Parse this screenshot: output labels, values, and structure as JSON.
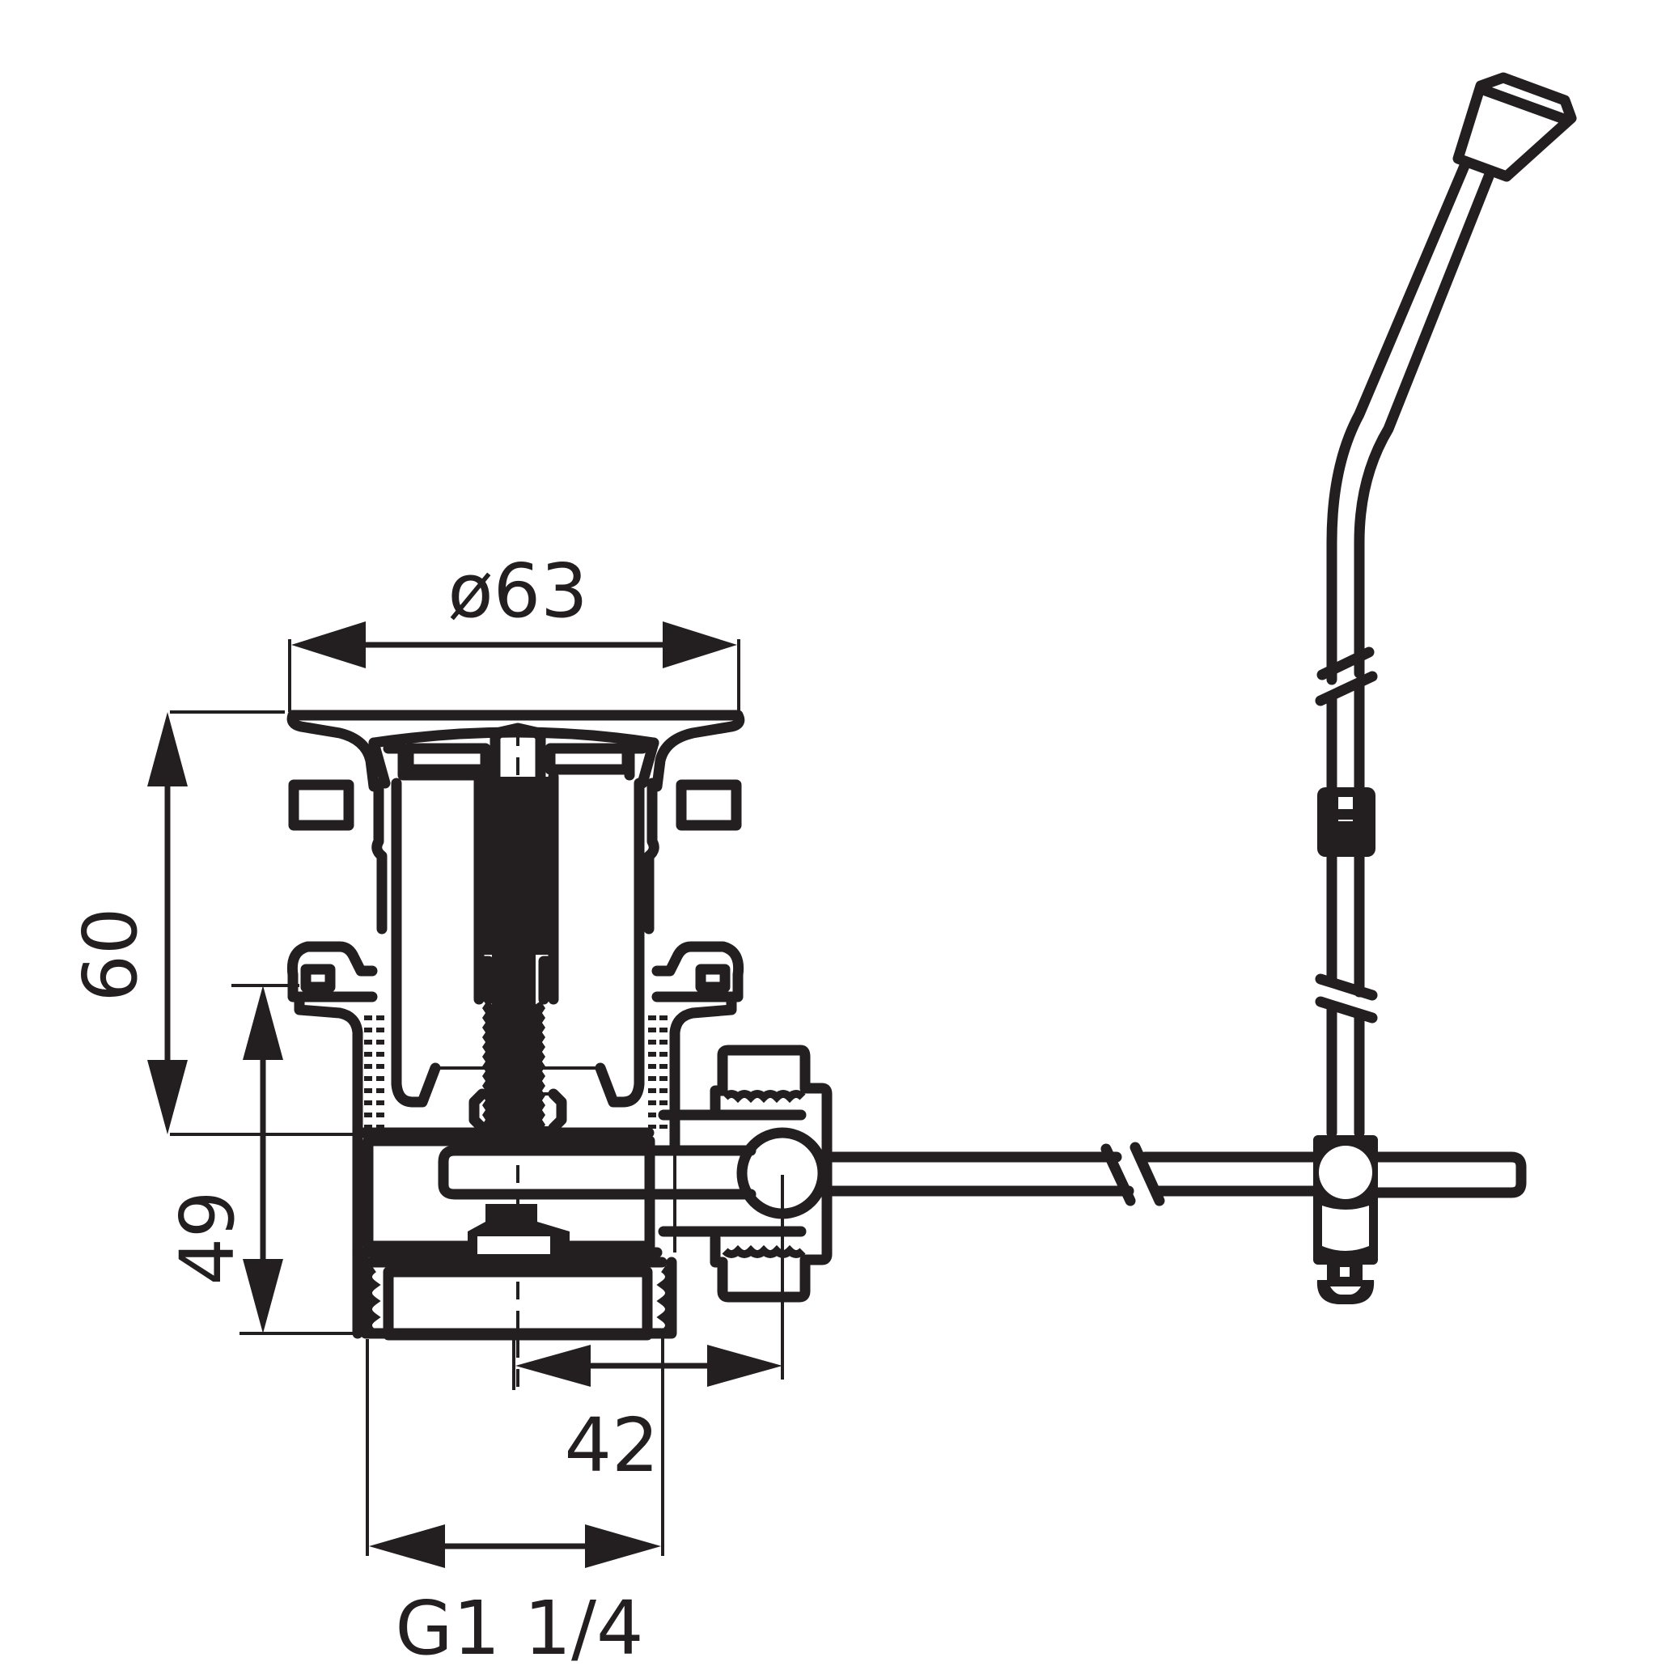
{
  "drawing": {
    "title": "Pop-up waste drain with lever rod — technical drawing",
    "colors": {
      "line": "#231f20",
      "background": "#ffffff"
    },
    "dimensions": {
      "flange_diameter": {
        "label": "ø63",
        "orientation": "horizontal"
      },
      "overall_height": {
        "label": "60",
        "orientation": "vertical"
      },
      "body_height": {
        "label": "49",
        "orientation": "vertical"
      },
      "rod_offset": {
        "label": "42",
        "orientation": "horizontal"
      },
      "thread_size": {
        "label": "G1 1/4",
        "orientation": "horizontal"
      }
    },
    "components": [
      {
        "name": "drain-flange-cap"
      },
      {
        "name": "drain-body"
      },
      {
        "name": "threaded-stem"
      },
      {
        "name": "lift-rod-horizontal"
      },
      {
        "name": "ball-joint-nut"
      },
      {
        "name": "lever-rod-vertical"
      },
      {
        "name": "lever-knob"
      },
      {
        "name": "rod-clip"
      },
      {
        "name": "rod-coupling"
      }
    ]
  }
}
